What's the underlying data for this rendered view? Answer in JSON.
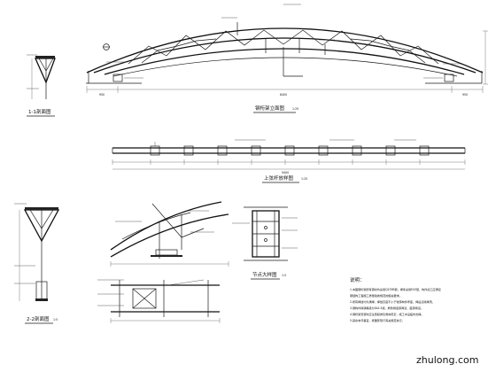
{
  "drawing": {
    "main_elevation_title": "钢桁架立面图",
    "main_elevation_scale": "1:25",
    "top_chord_title": "上弦杆放样图",
    "top_chord_scale": "1:25",
    "section_1_title": "1-1剖面图",
    "section_2_title": "2-2剖面图",
    "section_2_scale": "1:5",
    "detail_title": "节点大样图",
    "detail_scale": "1:5",
    "notes_title": "说明：",
    "notes_lines": [
      "1.本图钢桁架所有钢材均采用Q235B钢，焊条采用E43型，构件加工应满足",
      "  钢结构工程施工质量验收规范的相关要求。",
      "2.所有焊缝均为满焊，焊缝高度不小于较薄构件厚度，焊后清除焊渣。",
      "3.钢构件除锈等级为Sa2.5级，刷防锈底漆两道，面漆两道。",
      "4.钢桁架安装时应注意起拱及侧向稳定，施工中设临时支撑。",
      "5.其余未尽事宜，按国家现行有关规范执行。"
    ],
    "main_dims": [
      "950",
      "8400",
      "950"
    ],
    "chord_total_dim": "9400",
    "watermark": "zhulong.com"
  }
}
